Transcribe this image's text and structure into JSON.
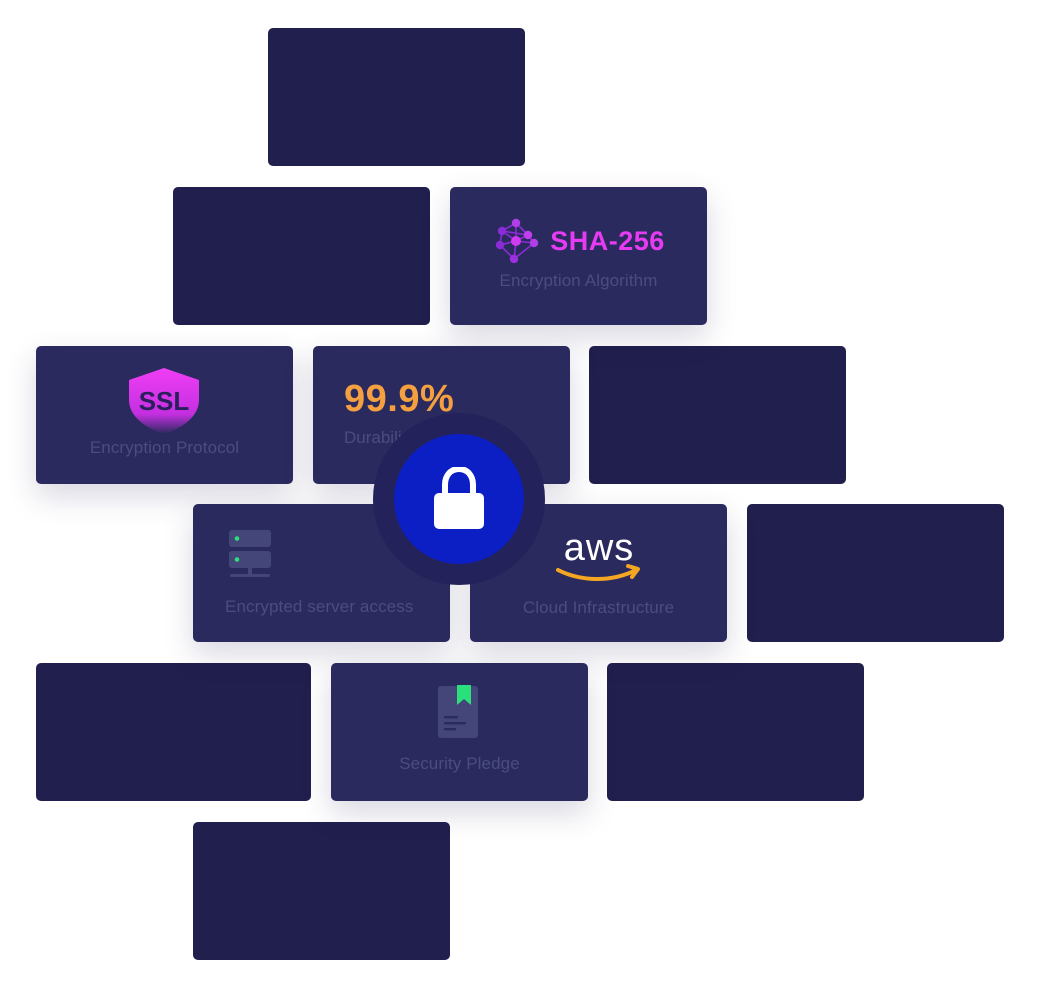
{
  "cards": {
    "sha": {
      "title": "SHA-256",
      "caption": "Encryption Algorithm",
      "icon": "network-nodes-icon"
    },
    "ssl": {
      "badge_text": "SSL",
      "caption": "Encryption Protocol",
      "icon": "ssl-shield-icon"
    },
    "durability": {
      "value": "99.9%",
      "caption": "Durabili"
    },
    "server": {
      "caption": "Encrypted server access",
      "icon": "server-stack-icon"
    },
    "aws": {
      "logo_text": "aws",
      "caption": "Cloud Infrastructure",
      "icon": "aws-logo"
    },
    "pledge": {
      "caption": "Security Pledge",
      "icon": "bookmark-document-icon"
    }
  },
  "center": {
    "icon": "padlock-icon"
  },
  "colors": {
    "empty_card": "#201f4d",
    "filled_card": "#2a2a5e",
    "caption": "#4b4c82",
    "sha_accent": "#e63bf2",
    "metric": "#f4a040",
    "lock_core": "#0b1fc4",
    "aws_smile": "#f5a623",
    "pledge_bookmark": "#2be07c"
  }
}
